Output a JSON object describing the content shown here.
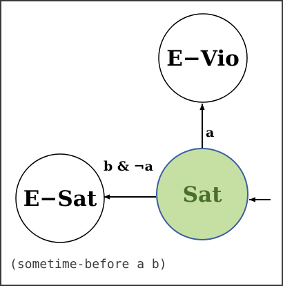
{
  "diagram": {
    "nodes": [
      {
        "id": "e-vio",
        "label": "E−Vio",
        "fill": "#ffffff",
        "stroke": "#000000"
      },
      {
        "id": "e-sat",
        "label": "E−Sat",
        "fill": "#ffffff",
        "stroke": "#000000"
      },
      {
        "id": "sat",
        "label": "Sat",
        "fill": "#c6e0a4",
        "stroke": "#3b5fa0",
        "text_color": "#4b6e2a"
      }
    ],
    "edges": [
      {
        "from": "sat",
        "to": "e-vio",
        "label": "a"
      },
      {
        "from": "sat",
        "to": "e-sat",
        "label": "b & ¬a"
      },
      {
        "from": "external",
        "to": "sat",
        "label": ""
      }
    ],
    "caption": "(sometime-before a b)"
  }
}
